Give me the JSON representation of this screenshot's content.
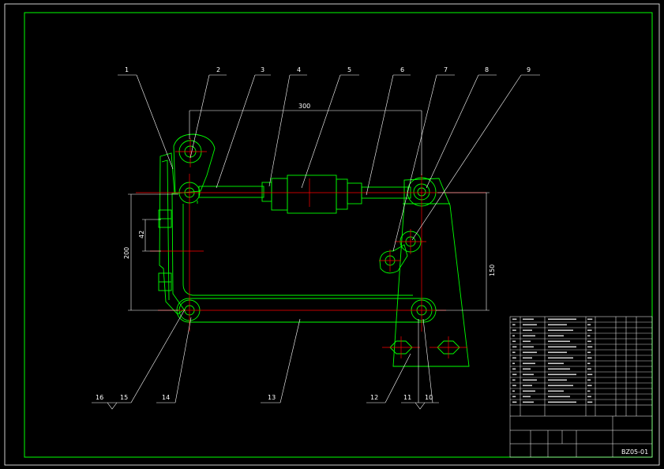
{
  "drawing": {
    "part_labels": [
      "1",
      "2",
      "3",
      "4",
      "5",
      "6",
      "7",
      "8",
      "9",
      "16",
      "15",
      "14",
      "13",
      "12",
      "11",
      "10"
    ],
    "dimensions": {
      "horizontal_top": "300",
      "vertical_left_outer": "200",
      "vertical_left_inner": "42",
      "vertical_right": "150"
    },
    "title_block": {
      "drawing_number": "BZ05-01"
    },
    "colors": {
      "background": "#000000",
      "outline": "#00ff00",
      "centerline": "#ff0000",
      "annotation": "#ffffff"
    }
  }
}
